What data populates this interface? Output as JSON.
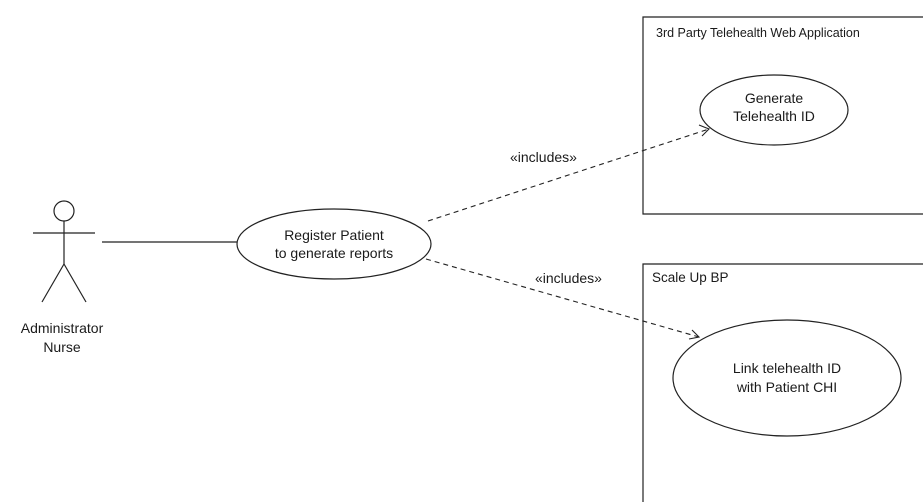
{
  "actor": {
    "name_line1": "Administrator",
    "name_line2": "Nurse"
  },
  "use_cases": {
    "register": {
      "line1": "Register Patient",
      "line2": "to generate reports"
    },
    "generate_id": {
      "line1": "Generate",
      "line2": "Telehealth ID"
    },
    "link_id": {
      "line1": "Link telehealth ID",
      "line2": "with Patient CHI"
    }
  },
  "systems": {
    "telehealth": {
      "title": "3rd Party Telehealth Web Application"
    },
    "scale_up": {
      "title": "Scale Up BP"
    }
  },
  "relations": {
    "include_top": {
      "label": "«includes»"
    },
    "include_bottom": {
      "label": "«includes»"
    }
  }
}
